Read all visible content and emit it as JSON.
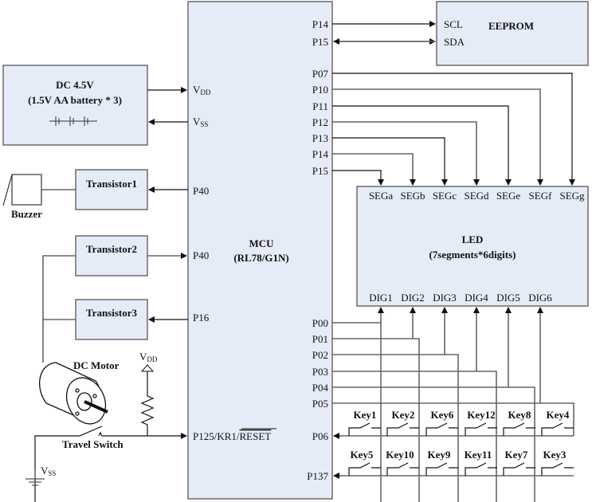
{
  "battery": {
    "title": "DC 4.5V",
    "subtitle": "(1.5V AA battery * 3)"
  },
  "mcu": {
    "title": "MCU",
    "subtitle": "(RL78/G1N)",
    "left_pins": {
      "vdd": "V",
      "vdd_sub": "DD",
      "vss": "V",
      "vss_sub": "SS",
      "p40a": "P40",
      "p40b": "P40",
      "p16": "P16",
      "reset_prefix": "P125/KR1/",
      "reset": "RESET"
    },
    "right_pins": [
      "P14",
      "P15",
      "P07",
      "P10",
      "P11",
      "P12",
      "P13",
      "P14",
      "P15",
      "P00",
      "P01",
      "P02",
      "P03",
      "P04",
      "P05",
      "P06",
      "P137"
    ]
  },
  "eeprom": {
    "title": "EEPROM",
    "scl": "SCL",
    "sda": "SDA"
  },
  "led": {
    "title": "LED",
    "subtitle": "(7segments*6digits)",
    "segments": [
      "SEGa",
      "SEGb",
      "SEGc",
      "SEGd",
      "SEGe",
      "SEGf",
      "SEGg"
    ],
    "digits": [
      "DIG1",
      "DIG2",
      "DIG3",
      "DIG4",
      "DIG5",
      "DIG6"
    ]
  },
  "transistors": [
    "Transistor1",
    "Transistor2",
    "Transistor3"
  ],
  "buzzer": "Buzzer",
  "motor": "DC Motor",
  "travel_switch": "Travel Switch",
  "vdd_label": "V",
  "vdd_sub": "DD",
  "vss_label": "V",
  "vss_sub": "SS",
  "keys_row1": [
    "Key1",
    "Key2",
    "Key6",
    "Key12",
    "Key8",
    "Key4"
  ],
  "keys_row2": [
    "Key5",
    "Key10",
    "Key9",
    "Key11",
    "Key7",
    "Key3"
  ]
}
